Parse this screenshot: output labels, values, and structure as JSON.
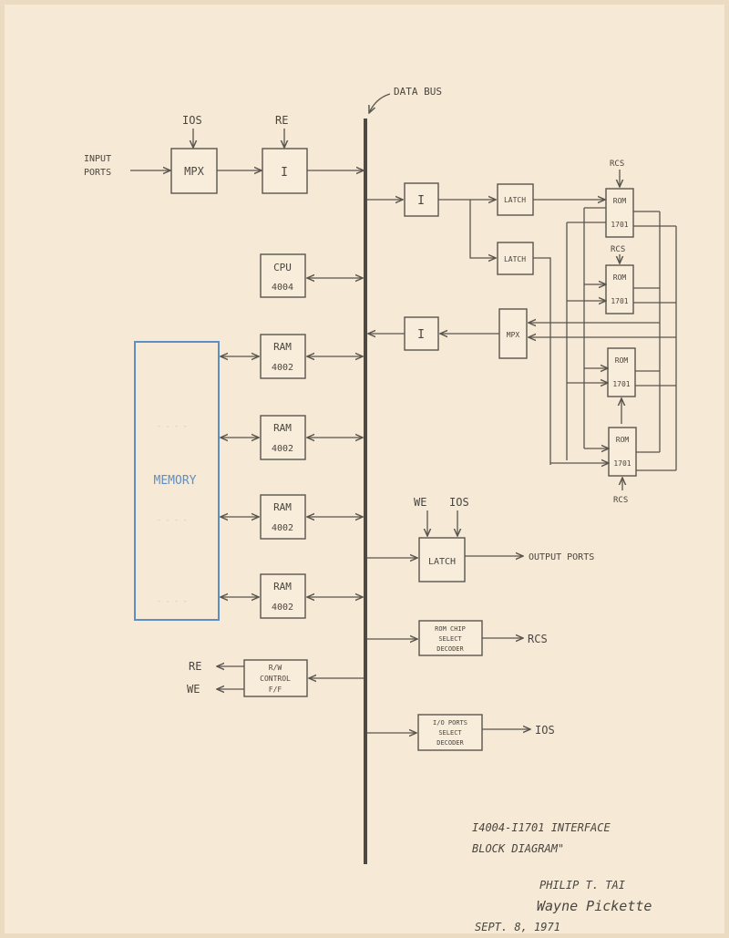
{
  "title": {
    "line1": "I4004-I1701 INTERFACE",
    "line2": "BLOCK DIAGRAM\""
  },
  "authors": {
    "name1": "PHILIP T. TAI",
    "name2": "Wayne Pickette",
    "date": "SEPT. 8, 1971"
  },
  "bus": {
    "label": "DATA BUS"
  },
  "input": {
    "label1": "INPUT",
    "label2": "PORTS",
    "ios": "IOS",
    "re": "RE",
    "mpx": "MPX",
    "inv": "I"
  },
  "cpu": {
    "name": "CPU",
    "part": "4004"
  },
  "memory": {
    "label": "MEMORY"
  },
  "rams": [
    {
      "name": "RAM",
      "part": "4002"
    },
    {
      "name": "RAM",
      "part": "4002"
    },
    {
      "name": "RAM",
      "part": "4002"
    },
    {
      "name": "RAM",
      "part": "4002"
    }
  ],
  "rw": {
    "line1": "R/W",
    "line2": "CONTROL",
    "line3": "F/F",
    "re": "RE",
    "we": "WE"
  },
  "rom_section": {
    "inv_top": "I",
    "inv_bottom": "I",
    "latch1": "LATCH",
    "latch2": "LATCH",
    "mpx": "MPX",
    "rcs": "RCS",
    "roms": [
      {
        "name": "ROM",
        "part": "1701"
      },
      {
        "name": "ROM",
        "part": "1701"
      },
      {
        "name": "ROM",
        "part": "1701"
      },
      {
        "name": "ROM",
        "part": "1701"
      }
    ]
  },
  "output": {
    "we": "WE",
    "ios": "IOS",
    "latch": "LATCH",
    "label": "OUTPUT PORTS"
  },
  "rom_decoder": {
    "line1": "ROM CHIP",
    "line2": "SELECT",
    "line3": "DECODER",
    "out": "RCS"
  },
  "io_decoder": {
    "line1": "I/O PORTS",
    "line2": "SELECT",
    "line3": "DECODER",
    "out": "IOS"
  }
}
